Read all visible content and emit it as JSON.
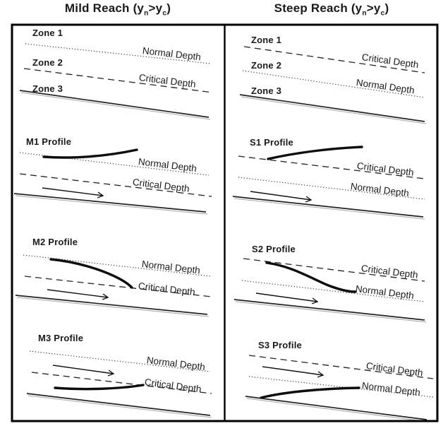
{
  "titles": {
    "mild": {
      "pre": "Mild Reach (y",
      "sub_n": "n",
      "cmp": ">y",
      "sub_c": "c",
      "post": ")"
    },
    "steep": {
      "pre": "Steep Reach (y",
      "sub_n": "n",
      "cmp": ">y",
      "sub_c": "c",
      "post": ")"
    }
  },
  "mild": {
    "zones": {
      "zone1": "Zone 1",
      "zone2": "Zone 2",
      "zone3": "Zone 3",
      "normal_label": "Normal Depth",
      "critical_label": "Critical Depth"
    },
    "m1": {
      "title": "M1 Profile",
      "normal_label": "Normal Depth",
      "critical_label": "Critical Depth"
    },
    "m2": {
      "title": "M2 Profile",
      "normal_label": "Normal Depth",
      "critical_label": "Critical Depth"
    },
    "m3": {
      "title": "M3 Profile",
      "normal_label": "Normal Depth",
      "critical_label": "Critical Depth"
    }
  },
  "steep": {
    "zones": {
      "zone1": "Zone 1",
      "zone2": "Zone 2",
      "zone3": "Zone 3",
      "critical_label": "Critical Depth",
      "normal_label": "Normal Depth"
    },
    "s1": {
      "title": "S1 Profile",
      "critical_label": "Critical Depth",
      "normal_label": "Normal Depth"
    },
    "s2": {
      "title": "S2 Profile",
      "critical_label": "Critical Depth",
      "normal_label": "Normal Depth"
    },
    "s3": {
      "title": "S3 Profile",
      "critical_label": "Critical Depth",
      "normal_label": "Normal Depth"
    }
  },
  "colors": {
    "ink": "#1a1a1a",
    "dotted_line": "#4a4a4a",
    "dashed_line": "#222222",
    "bed_shadow": "#b5b5b5",
    "background": "#ffffff"
  }
}
